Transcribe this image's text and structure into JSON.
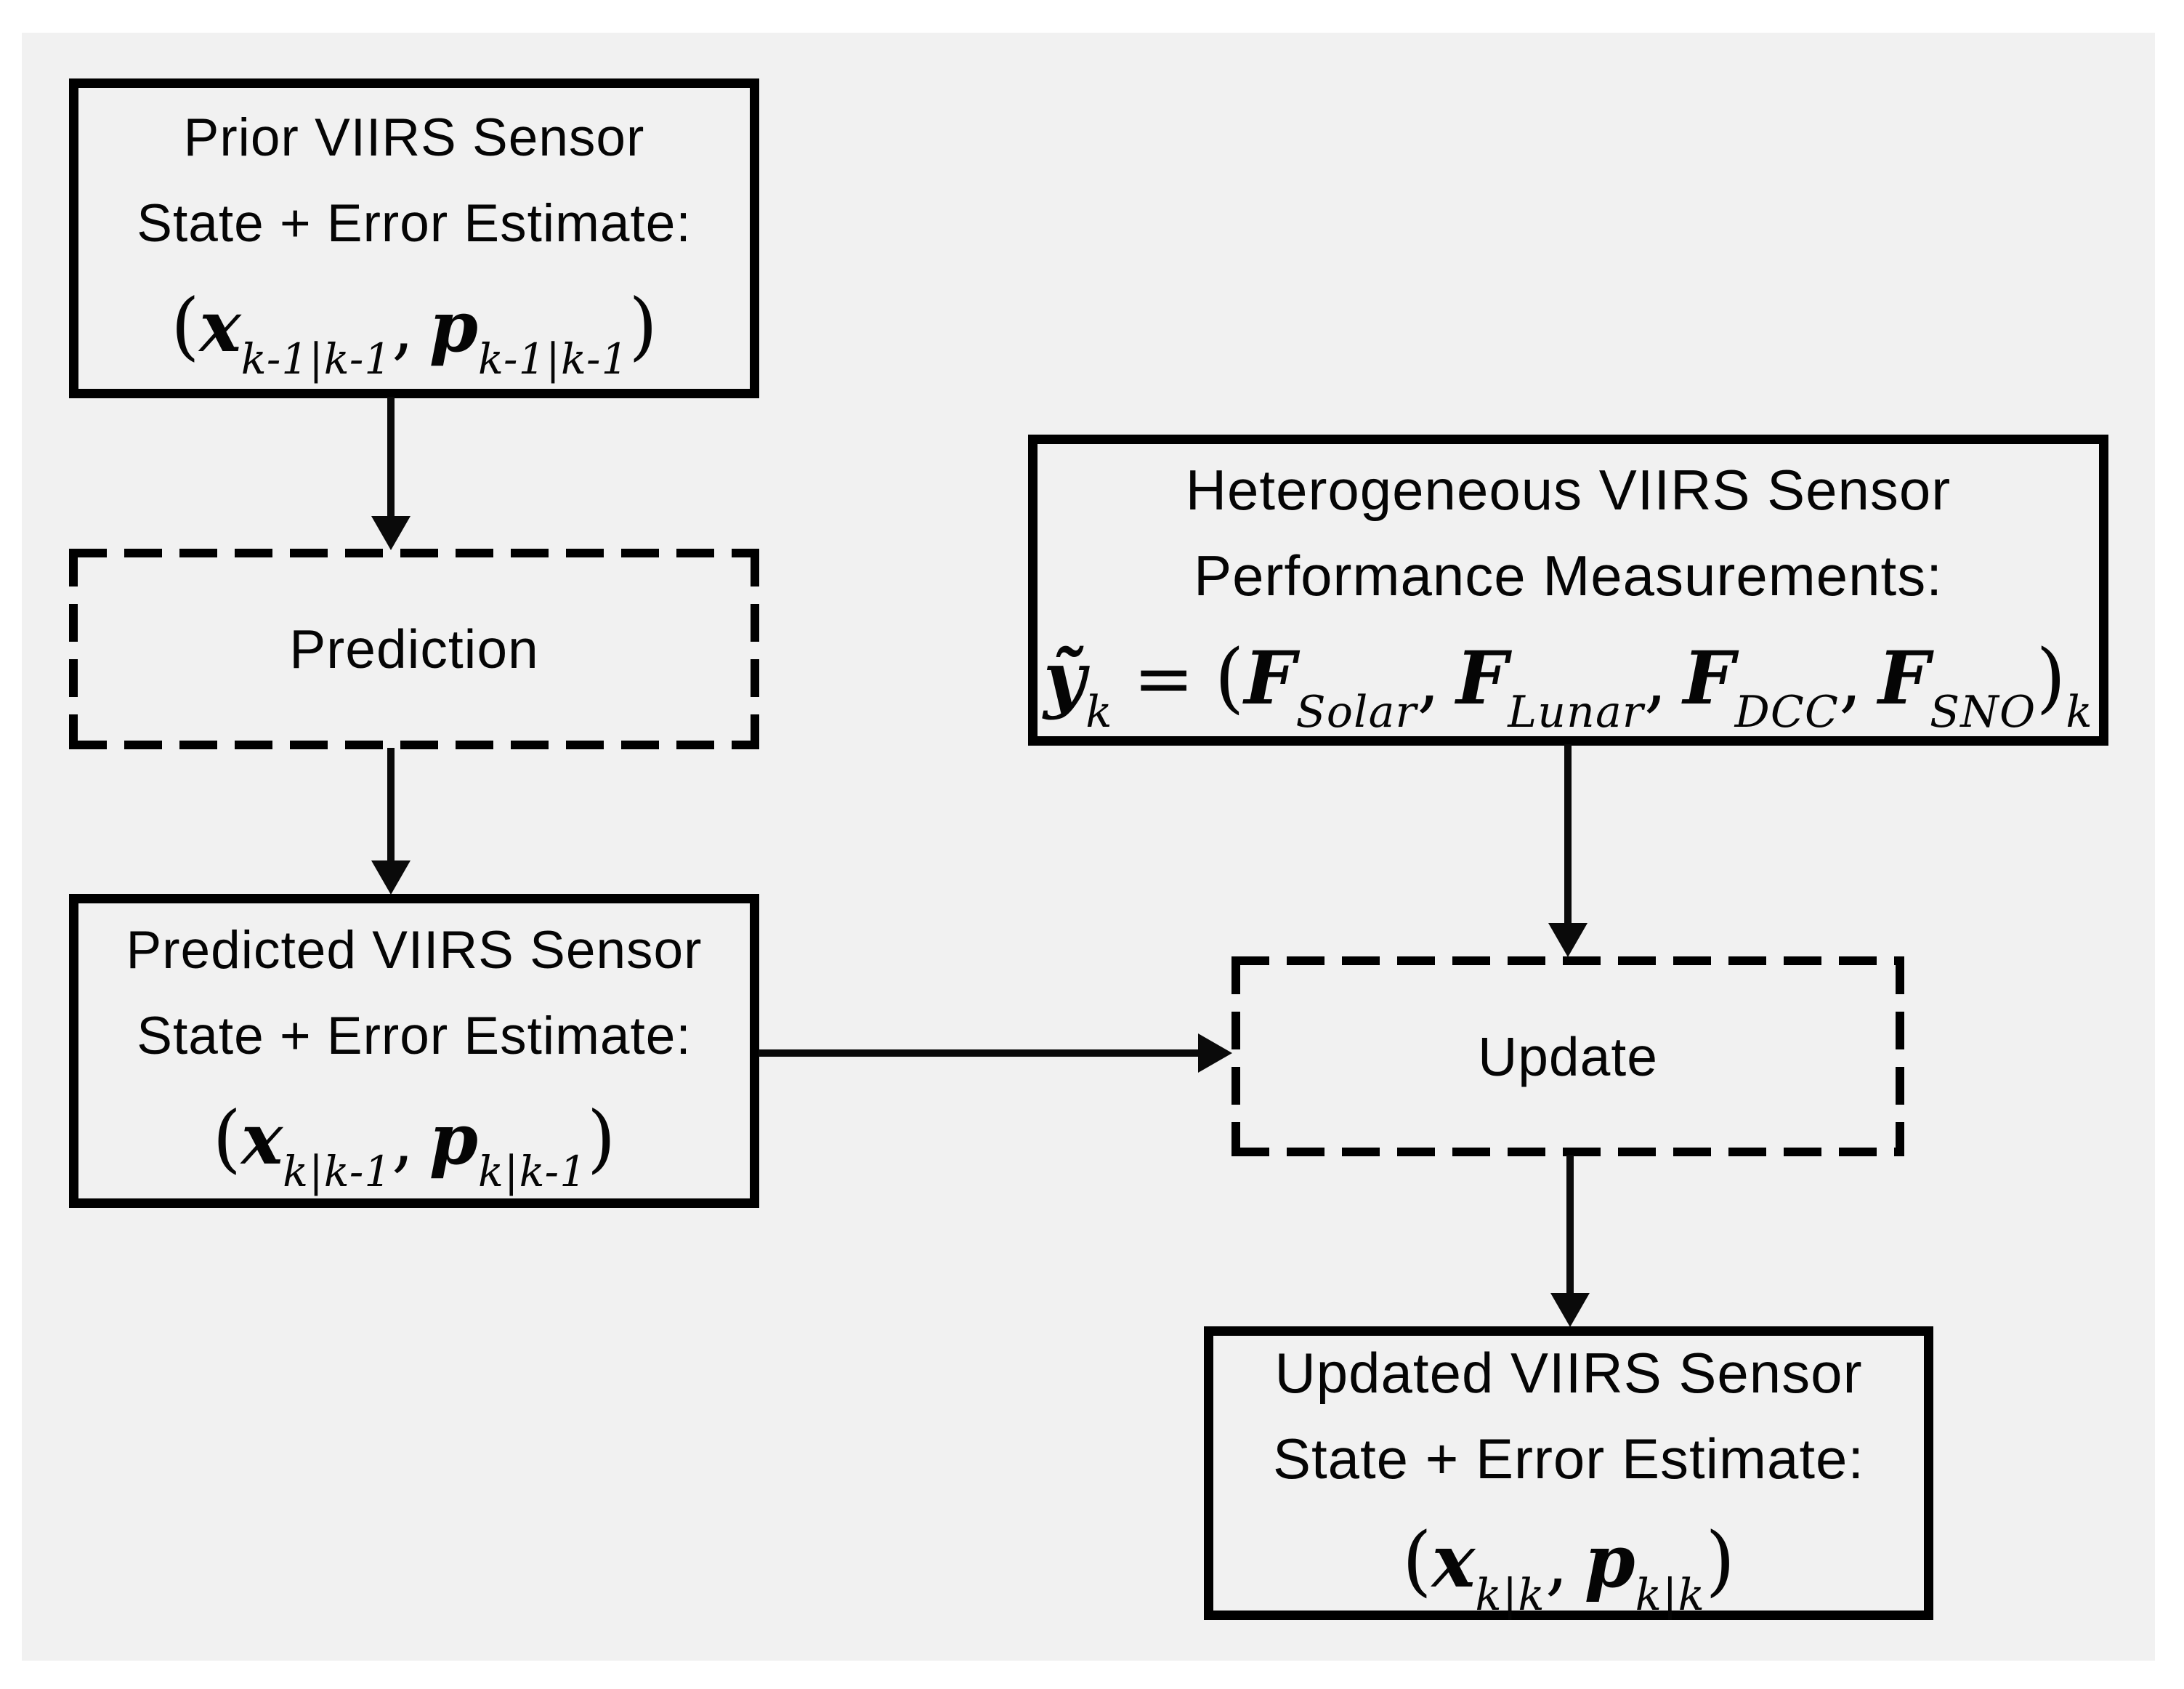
{
  "colors": {
    "page_background": "#ffffff",
    "canvas_background": "#f1f1f1",
    "line": "#000000",
    "text": "#050505"
  },
  "nodes": {
    "prior": {
      "border": "solid",
      "line1": "Prior VIIRS Sensor",
      "line2": "State + Error Estimate:",
      "formula": {
        "open": "(",
        "var1": "x",
        "sub1": "k-1|k-1",
        "comma": ",",
        "var2": "p",
        "sub2": "k-1|k-1",
        "close": ")"
      }
    },
    "prediction": {
      "border": "dashed",
      "label": "Prediction"
    },
    "predicted": {
      "border": "solid",
      "line1": "Predicted VIIRS Sensor",
      "line2": "State + Error Estimate:",
      "formula": {
        "open": "(",
        "var1": "x",
        "sub1": "k|k-1",
        "comma": ",",
        "var2": "p",
        "sub2": "k|k-1",
        "close": ")"
      }
    },
    "measurements": {
      "border": "solid",
      "line1": "Heterogeneous VIIRS Sensor",
      "line2": "Performance Measurements:",
      "formula": {
        "lhs_var": "ỹ",
        "lhs_sub": "k",
        "equals": "=",
        "open": "(",
        "terms": [
          {
            "var": "F",
            "sub": "Solar",
            "sep": ","
          },
          {
            "var": "F",
            "sub": "Lunar",
            "sep": ","
          },
          {
            "var": "F",
            "sub": "DCC",
            "sep": ","
          },
          {
            "var": "F",
            "sub": "SNO",
            "sep": ""
          }
        ],
        "close": ")",
        "outer_sub": "k"
      }
    },
    "update": {
      "border": "dashed",
      "label": "Update"
    },
    "updated": {
      "border": "solid",
      "line1": "Updated VIIRS Sensor",
      "line2": "State + Error Estimate:",
      "formula": {
        "open": "(",
        "var1": "x",
        "sub1": "k|k",
        "comma": ",",
        "var2": "p",
        "sub2": "k|k",
        "close": ")"
      }
    }
  },
  "arrows": [
    {
      "from": "prior",
      "to": "prediction",
      "direction": "down"
    },
    {
      "from": "prediction",
      "to": "predicted",
      "direction": "down"
    },
    {
      "from": "measurements",
      "to": "update",
      "direction": "down"
    },
    {
      "from": "predicted",
      "to": "update",
      "direction": "right"
    },
    {
      "from": "update",
      "to": "updated",
      "direction": "down"
    }
  ]
}
